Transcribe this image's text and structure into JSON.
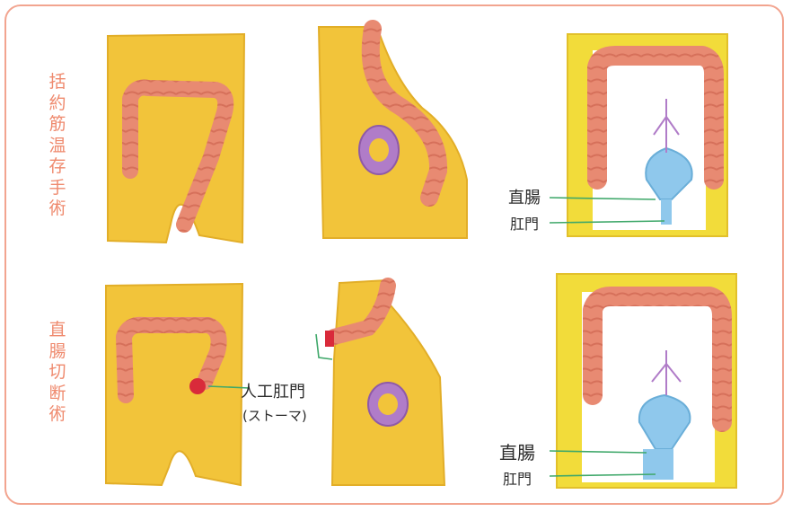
{
  "rows": [
    {
      "title": "括約筋温存手術",
      "annotations": {
        "rectum": "直腸",
        "anus": "肛門"
      }
    },
    {
      "title": "直腸切断術",
      "annotations": {
        "stoma_line1": "人工肛門",
        "stoma_line2": "(ストーマ)",
        "rectum": "直腸",
        "anus": "肛門"
      }
    }
  ],
  "colors": {
    "frame": "#f2a48f",
    "label": "#ef8a6e",
    "body": "#f2c43a",
    "intestine": "#e88a72",
    "bladder": "#b07cc8",
    "rectum": "#8fc8ec",
    "leader": "#3fa86a"
  }
}
